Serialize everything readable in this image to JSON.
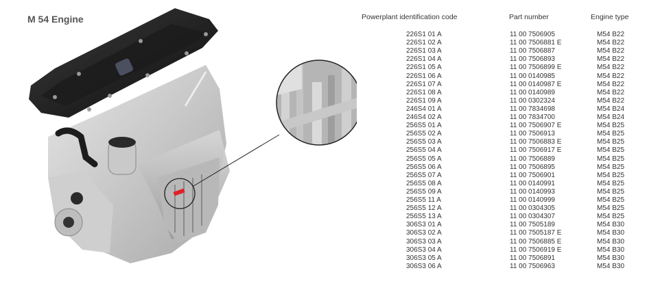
{
  "title": "M 54 Engine",
  "table": {
    "headers": [
      "Powerplant identification code",
      "Part number",
      "Engine type"
    ],
    "rows": [
      [
        "226S1 01 A",
        "11 00 7506905",
        "M54 B22"
      ],
      [
        "226S1 02 A",
        "11 00 7506881 E",
        "M54 B22"
      ],
      [
        "226S1 03 A",
        "11 00 7506887",
        "M54 B22"
      ],
      [
        "226S1 04 A",
        "11 00 7506893",
        "M54 B22"
      ],
      [
        "226S1 05 A",
        "11 00 7506899 E",
        "M54 B22"
      ],
      [
        "226S1 06 A",
        "11 00 0140985",
        "M54 B22"
      ],
      [
        "226S1 07 A",
        "11 00 0140987 E",
        "M54 B22"
      ],
      [
        "226S1 08 A",
        "11 00 0140989",
        "M54 B22"
      ],
      [
        "226S1 09 A",
        "11 00 0302324",
        "M54 B22"
      ],
      [
        "246S4 01 A",
        "11 00 7834698",
        "M54 B24"
      ],
      [
        "246S4 02 A",
        "11 00 7834700",
        "M54 B24"
      ],
      [
        "256S5 01 A",
        "11 00 7506907 E",
        "M54 B25"
      ],
      [
        "256S5 02 A",
        "11 00 7506913",
        "M54 B25"
      ],
      [
        "256S5 03 A",
        "11 00 7506883 E",
        "M54 B25"
      ],
      [
        "256S5 04 A",
        "11 00 7506917 E",
        "M54 B25"
      ],
      [
        "256S5 05 A",
        "11 00 7506889",
        "M54 B25"
      ],
      [
        "256S5 06 A",
        "11 00 7506895",
        "M54 B25"
      ],
      [
        "256S5 07 A",
        "11 00 7506901",
        "M54 B25"
      ],
      [
        "256S5 08 A",
        "11 00 0140991",
        "M54 B25"
      ],
      [
        "256S5 09 A",
        "11 00 0140993",
        "M54 B25"
      ],
      [
        "256S5 11 A",
        "11 00 0140999",
        "M54 B25"
      ],
      [
        "256S5 12 A",
        "11 00 0304305",
        "M54 B25"
      ],
      [
        "256S5 13 A",
        "11 00 0304307",
        "M54 B25"
      ],
      [
        "306S3 01 A",
        "11 00 7505189",
        "M54 B30"
      ],
      [
        "306S3 02 A",
        "11 00 7505187 E",
        "M54 B30"
      ],
      [
        "306S3 03 A",
        "11 00 7506885 E",
        "M54 B30"
      ],
      [
        "306S3 04 A",
        "11 00 7506919 E",
        "M54 B30"
      ],
      [
        "306S3 05 A",
        "11 00 7506891",
        "M54 B30"
      ],
      [
        "306S3 06 A",
        "11 00 7506963",
        "M54 B30"
      ]
    ]
  },
  "illustration": {
    "subject": "engine-illustration",
    "highlight_color": "#e0202a",
    "callout": "magnified-detail-circle"
  }
}
